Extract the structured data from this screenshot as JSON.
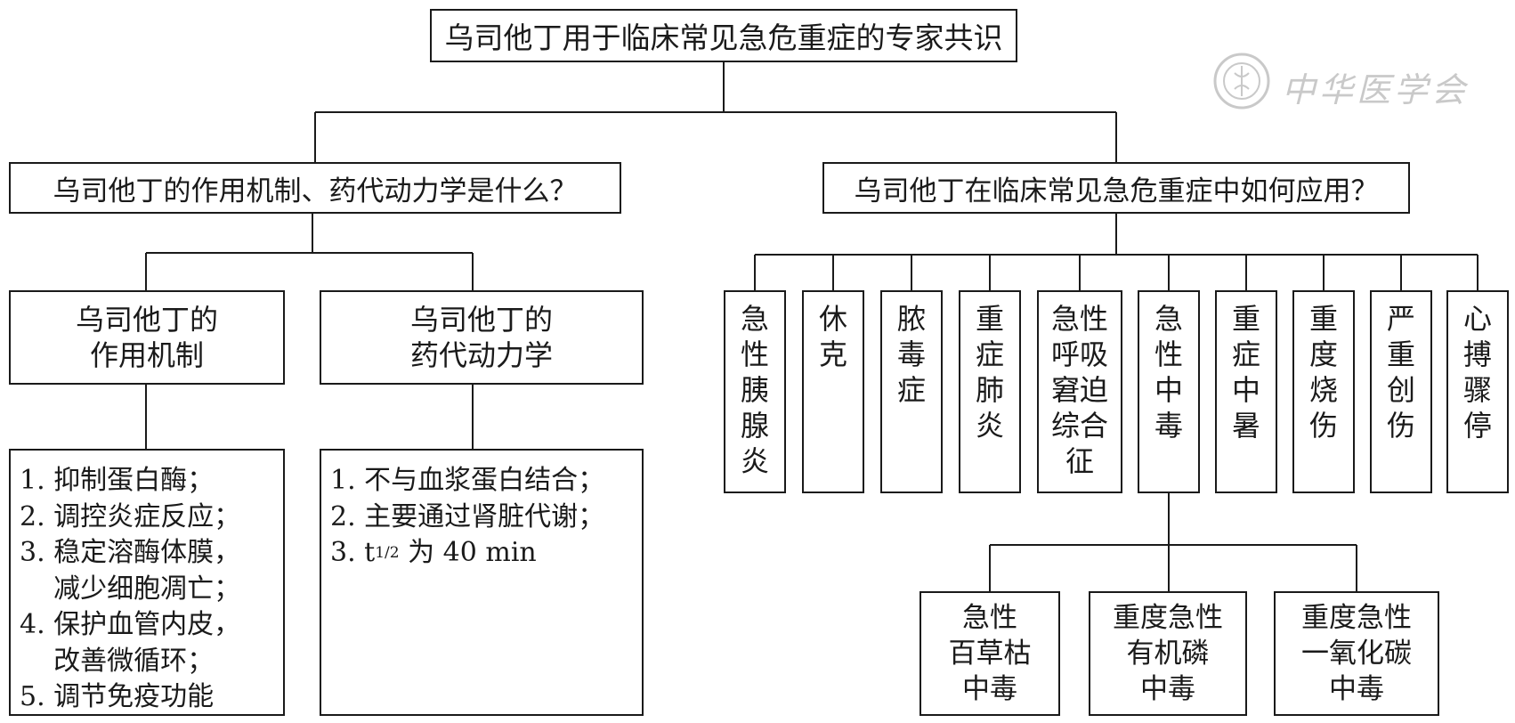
{
  "title": "乌司他丁用于临床常见急危重症的专家共识",
  "left_question": "乌司他丁的作用机制、药代动力学是什么？",
  "right_question": "乌司他丁在临床常见急危重症中如何应用？",
  "mechanism": {
    "heading": [
      "乌司他丁的",
      "作用机制"
    ],
    "items": [
      {
        "num": "1.",
        "lines": [
          "抑制蛋白酶；"
        ]
      },
      {
        "num": "2.",
        "lines": [
          "调控炎症反应；"
        ]
      },
      {
        "num": "3.",
        "lines": [
          "稳定溶酶体膜，",
          "减少细胞凋亡；"
        ]
      },
      {
        "num": "4.",
        "lines": [
          "保护血管内皮，",
          "改善微循环；"
        ]
      },
      {
        "num": "5.",
        "lines": [
          "调节免疫功能"
        ]
      }
    ]
  },
  "pharmacokinetics": {
    "heading": [
      "乌司他丁的",
      "药代动力学"
    ],
    "items": [
      {
        "num": "1.",
        "text": "不与血浆蛋白结合；"
      },
      {
        "num": "2.",
        "text": "主要通过肾脏代谢；"
      },
      {
        "num": "3.",
        "pre": "t",
        "sub": "1/2",
        "text": " 为 40 min"
      }
    ]
  },
  "conditions": [
    {
      "cols": [
        [
          "急",
          "性",
          "胰",
          "腺",
          "炎"
        ]
      ]
    },
    {
      "cols": [
        [
          "休",
          "克"
        ]
      ]
    },
    {
      "cols": [
        [
          "脓",
          "毒",
          "症"
        ]
      ]
    },
    {
      "cols": [
        [
          "重",
          "症",
          "肺",
          "炎"
        ]
      ]
    },
    {
      "rows": [
        "急性",
        "呼吸",
        "窘迫",
        "综合",
        "征"
      ]
    },
    {
      "cols": [
        [
          "急",
          "性",
          "中",
          "毒"
        ]
      ]
    },
    {
      "cols": [
        [
          "重",
          "症",
          "中",
          "暑"
        ]
      ]
    },
    {
      "cols": [
        [
          "重",
          "度",
          "烧",
          "伤"
        ]
      ]
    },
    {
      "cols": [
        [
          "严",
          "重",
          "创",
          "伤"
        ]
      ]
    },
    {
      "cols": [
        [
          "心",
          "搏",
          "骤",
          "停"
        ]
      ]
    }
  ],
  "poisonings": [
    [
      "急性",
      "百草枯",
      "中毒"
    ],
    [
      "重度急性",
      "有机磷",
      "中毒"
    ],
    [
      "重度急性",
      "一氧化碳",
      "中毒"
    ]
  ],
  "watermark": "中华医学会",
  "colors": {
    "line": "#1a1a1a",
    "watermark": "#888888"
  }
}
